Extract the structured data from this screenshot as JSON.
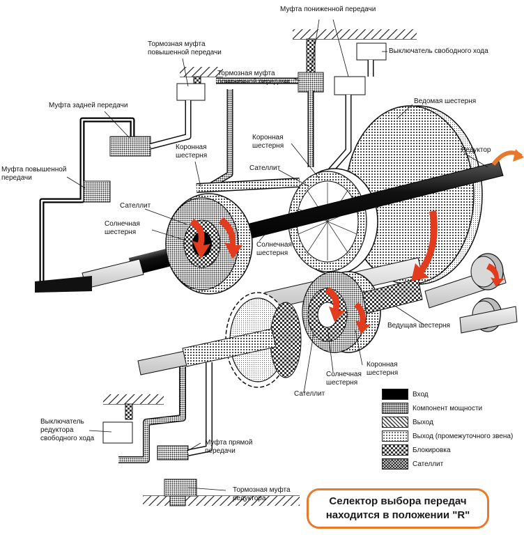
{
  "labels": {
    "reduction_clutch": "Муфта пониженной передачи",
    "freewheel_switch": "Выключатель свободного хода",
    "high_brake_clutch": "Тормозная муфта\nповышенной передачи",
    "reduction_brake_clutch": "Тормозная муфта\nпониженной передачи",
    "reverse_clutch": "Муфта задней передачи",
    "driven_gear": "Ведомая шестерня",
    "high_clutch": "Муфта повышенной\nпередачи",
    "ring_gear_1": "Коронная\nшестерня",
    "ring_gear_2": "Коронная\nшестерня",
    "planet_1": "Сателлит",
    "reducer": "Редуктор",
    "planet_2": "Сателлит",
    "sun_gear_1": "Солнечная\nшестерня",
    "sun_gear_2": "Солнечная\nшестерня",
    "drive_gear": "Ведущая шестерня",
    "ring_gear_3": "Коронная\nшестерня",
    "sun_gear_3": "Солнечная\nшестерня",
    "planet_3": "Сателлит",
    "reducer_freewheel_switch": "Выключатель\nредуктора\nсвободного хода",
    "direct_clutch": "Муфта прямой\nпередачи",
    "reducer_brake_clutch": "Тормозная муфта\nредуктора"
  },
  "legend": [
    {
      "label": "Вход",
      "pattern": "input"
    },
    {
      "label": "Компонент мощности",
      "pattern": "power"
    },
    {
      "label": "Выход",
      "pattern": "output"
    },
    {
      "label": "Выход (промежуточного звена)",
      "pattern": "intermediate"
    },
    {
      "label": "Блокировка",
      "pattern": "lock"
    },
    {
      "label": "Сателлит",
      "pattern": "planet"
    }
  ],
  "selector_note": "Селектор выбора передач\nнаходится в положении \"R\"",
  "colors": {
    "arrow": "#e23b1e",
    "note_border": "#e8782a",
    "ink": "#111111"
  }
}
